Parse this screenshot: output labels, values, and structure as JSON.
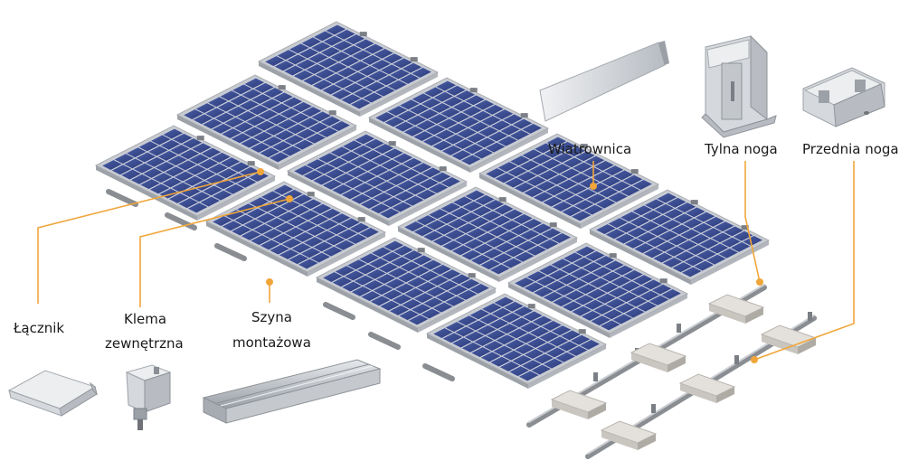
{
  "labels": {
    "lacznik": "Łącznik",
    "klema_line1": "Klema",
    "klema_line2": "zewnętrzna",
    "szyna_line1": "Szyna",
    "szyna_line2": "montażowa",
    "wiatrownica": "Wiatrownica",
    "tylna_noga": "Tylna noga",
    "przednia_noga": "Przednia noga"
  },
  "colors": {
    "leader": "#f0a63a",
    "panel_cell": "#3d4f93",
    "panel_frame": "#c8cbd0",
    "panel_grid": "#dfe3ee"
  }
}
